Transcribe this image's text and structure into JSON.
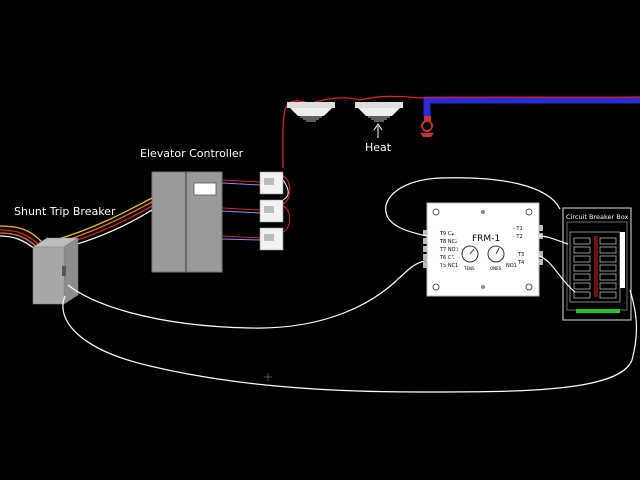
{
  "labels": {
    "shunt_trip_breaker": "Shunt Trip Breaker",
    "elevator_controller": "Elevator Controller",
    "heat": "Heat",
    "circuit_breaker_box": "Circuit Breaker Box"
  },
  "frm": {
    "title": "FRM-1",
    "left_terminals": [
      "T9 C2",
      "T8 NC2",
      "T7 NO2",
      "T6 C1",
      "T5 NC1"
    ],
    "right_terminals": [
      "T1",
      "T2",
      "T3",
      "T4"
    ],
    "no1": "NO1",
    "dial_tens": "TENS",
    "dial_ones": "ONES"
  },
  "colors": {
    "background": "#000000",
    "sprinkler_pipe": "#2b2bd6",
    "red_wire": "#e02020",
    "white_wire": "#ffffff",
    "yellow_wire": "#e8c020",
    "orange_wire": "#e07820",
    "green_bar": "#22c522",
    "device_gray": "#9a9a9a"
  }
}
